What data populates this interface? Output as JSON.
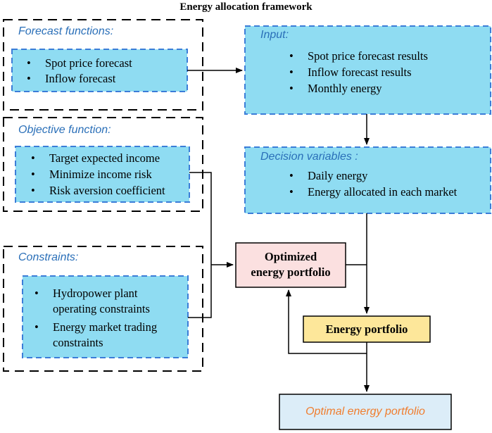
{
  "title": "Energy allocation framework",
  "bullet_glyph": "•",
  "forecast": {
    "heading": "Forecast functions:",
    "items": [
      "Spot price forecast",
      "Inflow forecast"
    ]
  },
  "objective": {
    "heading": "Objective function:",
    "items": [
      "Target expected income",
      "Minimize income risk",
      "Risk aversion coefficient"
    ]
  },
  "constraints": {
    "heading": "Constraints:",
    "items": [
      [
        "Hydropower plant",
        "operating constraints"
      ],
      [
        "Energy market trading",
        "constraints"
      ]
    ]
  },
  "input": {
    "heading": "Input:",
    "items": [
      "Spot price forecast results",
      "Inflow forecast results",
      "Monthly energy"
    ]
  },
  "decision": {
    "heading": "Decision variables :",
    "items": [
      "Daily energy",
      "Energy allocated in each market"
    ]
  },
  "optimized": {
    "line1": "Optimized",
    "line2": "energy portfolio"
  },
  "portfolio": {
    "label": "Energy portfolio"
  },
  "optimal": {
    "label": "Optimal energy portfolio"
  },
  "colors": {
    "blue_fill": "#8fdcf2",
    "blue_border": "#3b7dd8",
    "pink_fill": "#fbe0e0",
    "yellow_fill": "#fde79a",
    "optimal_fill": "#dcedf8",
    "heading_blue": "#2a6fb8",
    "optimal_text": "#f07d2e"
  }
}
